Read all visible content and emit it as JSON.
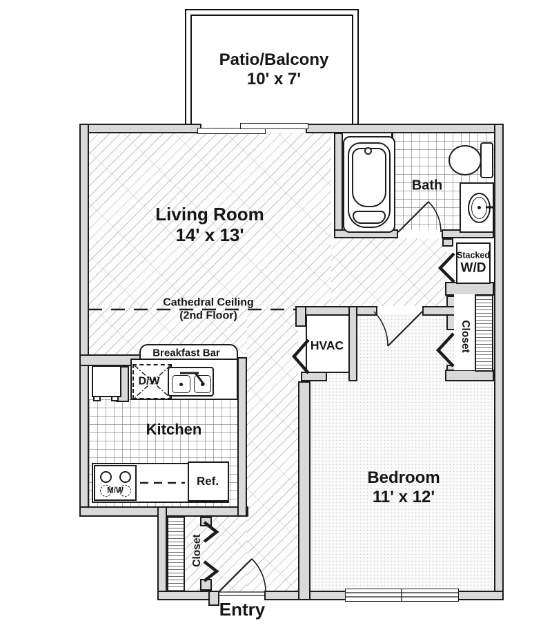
{
  "rooms": {
    "patio": {
      "name": "Patio/Balcony",
      "dims": "10' x 7'"
    },
    "living": {
      "name": "Living Room",
      "dims": "14' x 13'"
    },
    "bath": {
      "name": "Bath"
    },
    "bedroom": {
      "name": "Bedroom",
      "dims": "11' x 12'"
    },
    "kitchen": {
      "name": "Kitchen"
    },
    "entry": {
      "name": "Entry"
    },
    "closet_right": {
      "name": "Closet"
    },
    "closet_entry": {
      "name": "Closet"
    },
    "hvac": {
      "name": "HVAC"
    },
    "laundry": {
      "line1": "Stacked",
      "line2": "W/D"
    }
  },
  "features": {
    "cathedral_line1": "Cathedral Ceiling",
    "cathedral_line2": "(2nd Floor)",
    "breakfast_bar": "Breakfast Bar",
    "dishwasher": "D/W",
    "microwave": "M/W",
    "refrigerator": "Ref."
  },
  "colors": {
    "wall_fill": "#d9d9d9",
    "line": "#1c1c1c"
  }
}
